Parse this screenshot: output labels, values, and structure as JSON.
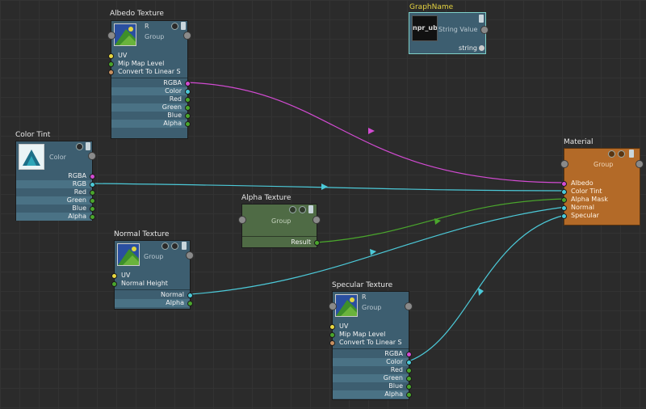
{
  "graph": {
    "partial_label": "GraphName"
  },
  "colors": {
    "rgba": "#d24bd2",
    "color": "#4cc9d8",
    "float": "#4aa62c",
    "uv": "#e8d840",
    "enum": "#c89060"
  },
  "nodes": {
    "albedo": {
      "title": "Albedo Texture",
      "mode": "R",
      "group": "Group",
      "inputs": [
        "UV",
        "Mip Map Level",
        "Convert To Linear S"
      ],
      "outputs": [
        "RGBA",
        "Color",
        "Red",
        "Green",
        "Blue",
        "Alpha"
      ]
    },
    "color_tint": {
      "title": "Color Tint",
      "group": "Color",
      "outputs": [
        "RGBA",
        "RGB",
        "Red",
        "Green",
        "Blue",
        "Alpha"
      ]
    },
    "normal": {
      "title": "Normal Texture",
      "group": "Group",
      "inputs": [
        "UV",
        "Normal Height"
      ],
      "outputs": [
        "Normal",
        "Alpha"
      ]
    },
    "alpha": {
      "title": "Alpha Texture",
      "group": "Group",
      "outputs": [
        "Result"
      ]
    },
    "specular": {
      "title": "Specular Texture",
      "mode": "R",
      "group": "Group",
      "inputs": [
        "UV",
        "Mip Map Level",
        "Convert To Linear S"
      ],
      "outputs": [
        "RGBA",
        "Color",
        "Red",
        "Green",
        "Blue",
        "Alpha"
      ]
    },
    "string": {
      "thumb_text": "npr_ub",
      "group": "String Value",
      "output": "string"
    },
    "material": {
      "title": "Material",
      "group": "Group",
      "inputs": [
        "Albedo",
        "Color Tint",
        "Alpha Mask",
        "Normal",
        "Specular"
      ]
    }
  }
}
